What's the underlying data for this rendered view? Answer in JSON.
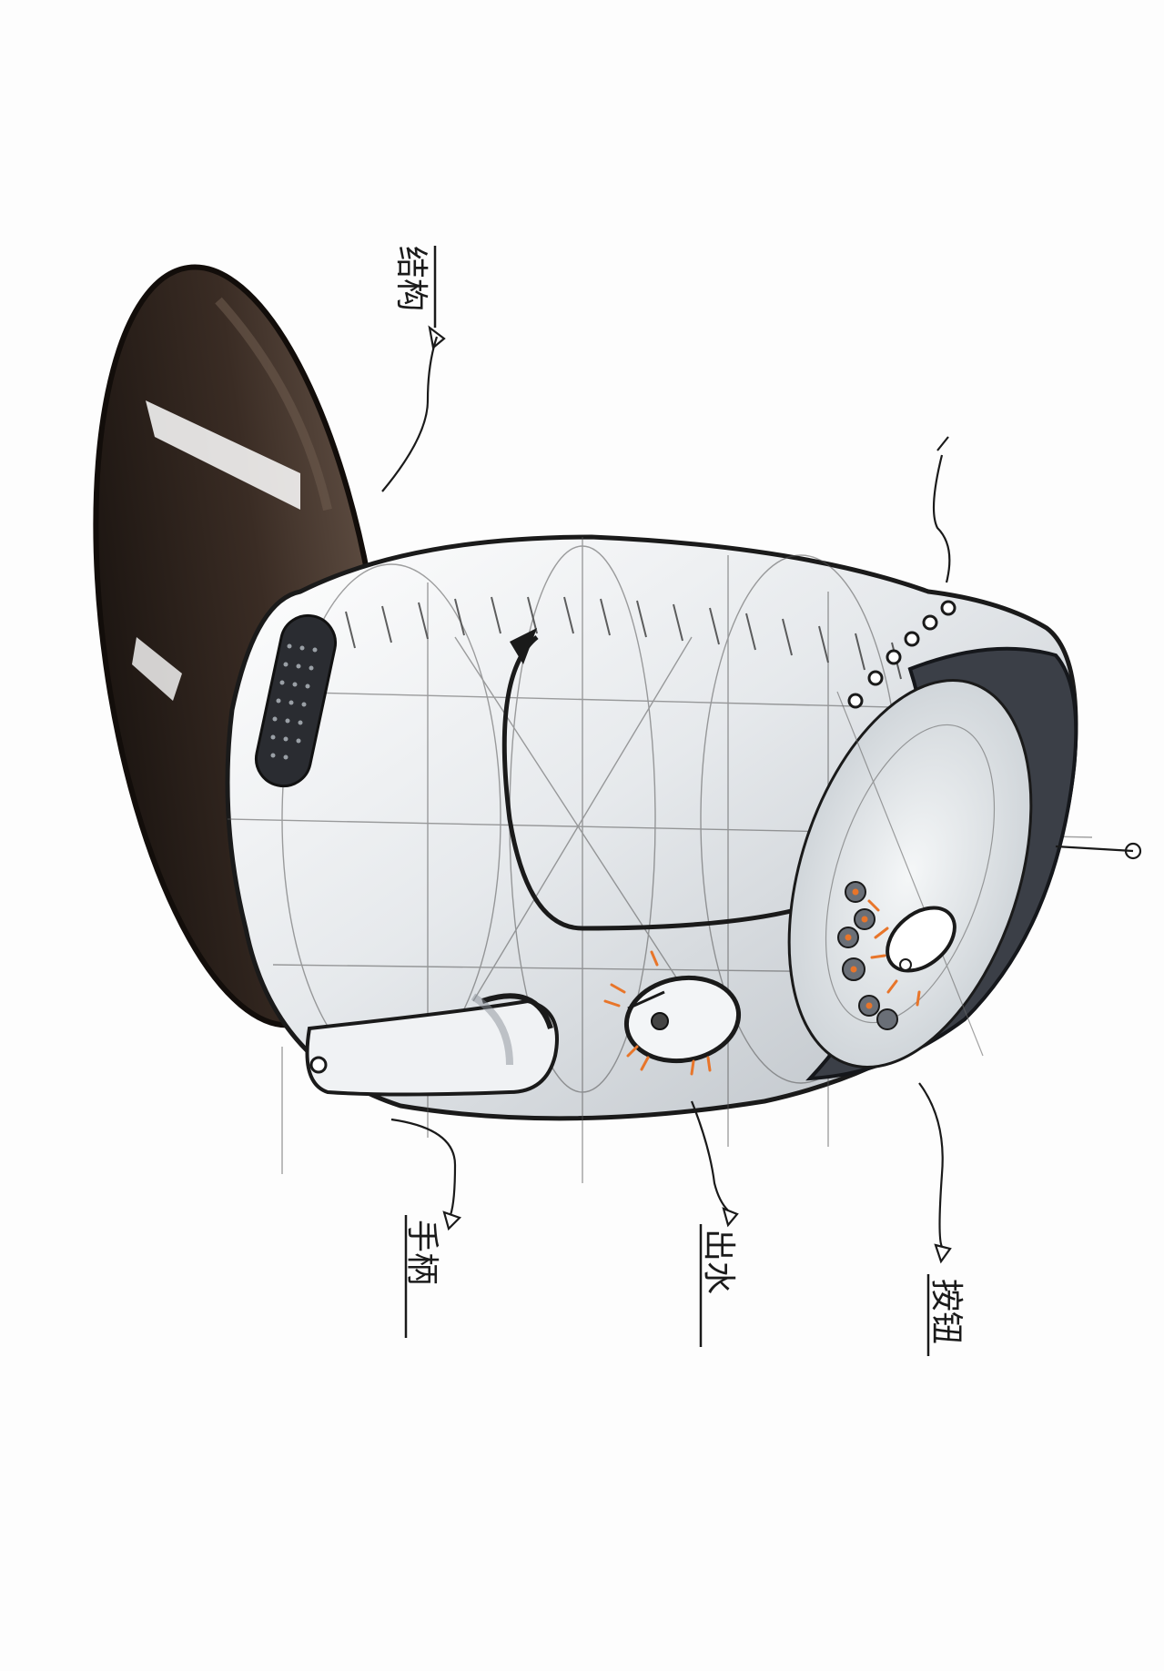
{
  "sketch": {
    "subject": "product-sketch",
    "colors": {
      "paper": "#fdfdfd",
      "ink": "#1a1a1a",
      "shell": "#e9ecef",
      "shell_shadow": "#b9c0c6",
      "disc": "#2a201b",
      "disc_inner": "#5a4a40",
      "rim": "#3b3f47",
      "accent": "#e8752a"
    },
    "annotations": [
      {
        "id": "top-left",
        "text": "结构"
      },
      {
        "id": "bottom-left",
        "text": "手柄"
      },
      {
        "id": "bottom-middle",
        "text": "出水"
      },
      {
        "id": "bottom-right",
        "text": "按钮"
      }
    ]
  }
}
